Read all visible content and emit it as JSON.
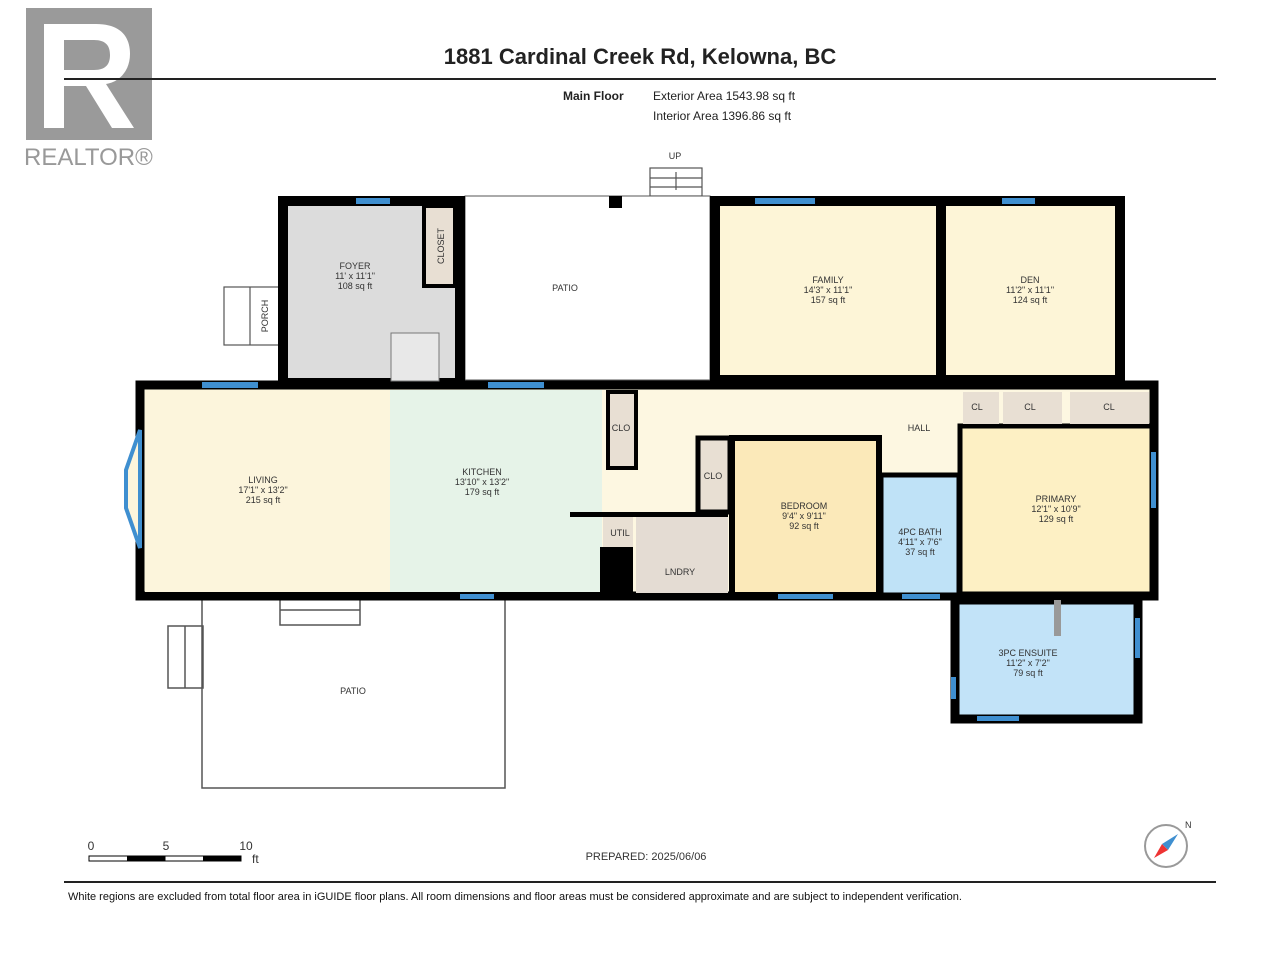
{
  "title": "1881 Cardinal Creek Rd, Kelowna, BC",
  "logo": "REALTOR®",
  "floor": {
    "name": "Main Floor",
    "exterior": "Exterior Area 1543.98 sq ft",
    "interior": "Interior Area 1396.86 sq ft"
  },
  "rooms": {
    "foyer": {
      "name": "FOYER",
      "dim": "11' x 11'1\"",
      "area": "108 sq ft"
    },
    "family": {
      "name": "FAMILY",
      "dim": "14'3\" x 11'1\"",
      "area": "157 sq ft"
    },
    "den": {
      "name": "DEN",
      "dim": "11'2\" x 11'1\"",
      "area": "124 sq ft"
    },
    "living": {
      "name": "LIVING",
      "dim": "17'1\" x 13'2\"",
      "area": "215 sq ft"
    },
    "kitchen": {
      "name": "KITCHEN",
      "dim": "13'10\" x 13'2\"",
      "area": "179 sq ft"
    },
    "bedroom": {
      "name": "BEDROOM",
      "dim": "9'4\" x 9'11\"",
      "area": "92 sq ft"
    },
    "bath": {
      "name": "4PC BATH",
      "dim": "4'11\" x 7'6\"",
      "area": "37 sq ft"
    },
    "primary": {
      "name": "PRIMARY",
      "dim": "12'1\" x 10'9\"",
      "area": "129 sq ft"
    },
    "ensuite": {
      "name": "3PC ENSUITE",
      "dim": "11'2\" x 7'2\"",
      "area": "79 sq ft"
    }
  },
  "labels": {
    "closet": "CLOSET",
    "porch": "PORCH",
    "patio_top": "PATIO",
    "patio_bottom": "PATIO",
    "up": "UP",
    "hall": "HALL",
    "clo": "CLO",
    "cl": "CL",
    "util": "UTIL",
    "lndry": "LNDRY"
  },
  "scale": {
    "t0": "0",
    "t5": "5",
    "t10": "10",
    "unit": "ft"
  },
  "prepared": "PREPARED: 2025/06/06",
  "compass": "N",
  "footer": "White regions are excluded from total floor area in iGUIDE floor plans. All room dimensions and floor areas must be considered approximate and are subject to independent verification.",
  "colors": {
    "wall": "#000000",
    "window": "#3f8fd0",
    "living": "#fcf5dc",
    "kitchen": "#e6f3e8",
    "bedroom": "#fbe9b9",
    "bath": "#bfe2f7",
    "closet": "#e8dfd3",
    "foyer": "#dcdcdc"
  }
}
